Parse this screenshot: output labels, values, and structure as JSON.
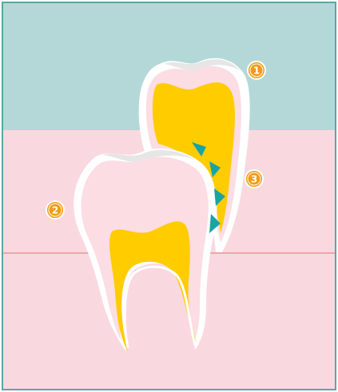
{
  "diagram": {
    "colors": {
      "frame": "#5aa6a6",
      "upper_zone": "#b4d8d8",
      "lower_zone": "#f9d9df",
      "gum_line": "#e8707a",
      "enamel": "#ffffff",
      "enamel_shade": "#e6e6e6",
      "dentin": "#fbdde3",
      "pulp": "#ffcc00",
      "arrow": "#1aa3a3",
      "badge": "#f49a14",
      "badge_ring": "#ffffff"
    },
    "callouts": [
      {
        "id": "1",
        "label": "1"
      },
      {
        "id": "2",
        "label": "2"
      },
      {
        "id": "3",
        "label": "3"
      }
    ]
  }
}
